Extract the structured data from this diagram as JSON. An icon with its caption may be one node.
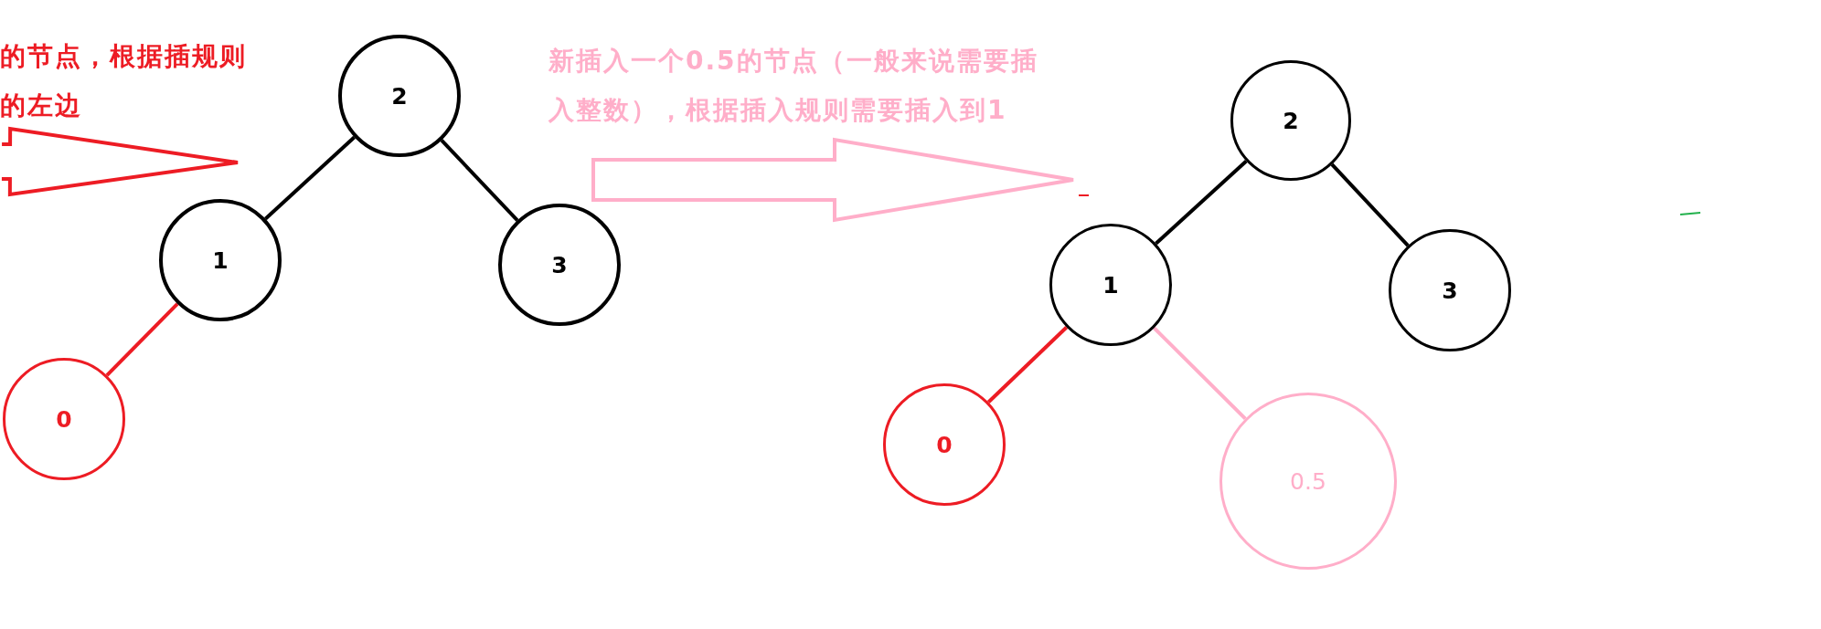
{
  "diagram": {
    "nodes": [
      {
        "text": [
          "2"
        ]
      },
      {
        "text": [
          "1"
        ]
      },
      {
        "text": [
          "3"
        ]
      },
      {
        "text": [
          "0"
        ]
      },
      {
        "text": [
          "2"
        ]
      },
      {
        "text": [
          "1"
        ]
      },
      {
        "text": [
          "3"
        ]
      },
      {
        "text": [
          "0"
        ]
      },
      {
        "text": [
          "0.5"
        ]
      }
    ],
    "edges": [
      {
        "from": 0,
        "to": 1,
        "arrow": "none"
      },
      {
        "from": 0,
        "to": 2,
        "arrow": "none"
      },
      {
        "from": 1,
        "to": 3,
        "arrow": "none",
        "color": "#ed1c24"
      },
      {
        "from": 4,
        "to": 5,
        "arrow": "none"
      },
      {
        "from": 4,
        "to": 6,
        "arrow": "none"
      },
      {
        "from": 5,
        "to": 7,
        "arrow": "none",
        "color": "#ed1c24"
      },
      {
        "from": 5,
        "to": 8,
        "arrow": "none",
        "color": "#ffaec9"
      },
      {
        "from": 2,
        "to": 5,
        "arrow": "to",
        "style": "thick",
        "color": "#ffaec9"
      }
    ],
    "labels": [
      "的节点，根据插规则的左边",
      "新插入一个0.5的节点（一般来说需要插入整数），根据插入规则需要插入到1"
    ]
  }
}
